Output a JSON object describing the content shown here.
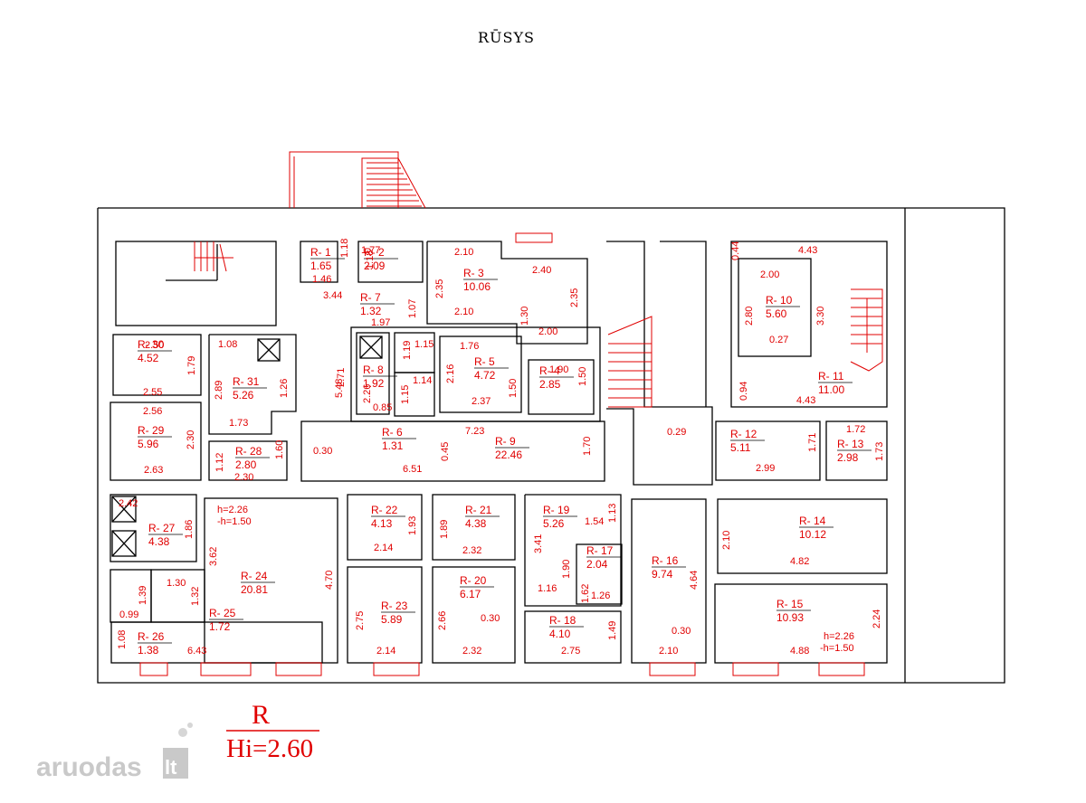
{
  "title": "RŪSYS",
  "legend": {
    "top": "R",
    "bottom": "Hi=2.60"
  },
  "watermark": {
    "main": "aruodas",
    "tld": "lt"
  },
  "rooms": [
    {
      "id": "R- 1",
      "area": "1.65"
    },
    {
      "id": "R- 2",
      "area": "2.09"
    },
    {
      "id": "R- 3",
      "area": "10.06"
    },
    {
      "id": "R- 4",
      "area": "2.85"
    },
    {
      "id": "R- 5",
      "area": "4.72"
    },
    {
      "id": "R- 6",
      "area": "1.31"
    },
    {
      "id": "R- 7",
      "area": "1.32"
    },
    {
      "id": "R- 8",
      "area": "1.92"
    },
    {
      "id": "R- 9",
      "area": "22.46"
    },
    {
      "id": "R- 10",
      "area": "5.60"
    },
    {
      "id": "R- 11",
      "area": "11.00"
    },
    {
      "id": "R- 12",
      "area": "5.11"
    },
    {
      "id": "R- 13",
      "area": "2.98"
    },
    {
      "id": "R- 14",
      "area": "10.12"
    },
    {
      "id": "R- 15",
      "area": "10.93"
    },
    {
      "id": "R- 16",
      "area": "9.74"
    },
    {
      "id": "R- 17",
      "area": "2.04"
    },
    {
      "id": "R- 18",
      "area": "4.10"
    },
    {
      "id": "R- 19",
      "area": "5.26"
    },
    {
      "id": "R- 20",
      "area": "6.17"
    },
    {
      "id": "R- 21",
      "area": "4.38"
    },
    {
      "id": "R- 22",
      "area": "4.13"
    },
    {
      "id": "R- 23",
      "area": "5.89"
    },
    {
      "id": "R- 24",
      "area": "20.81"
    },
    {
      "id": "R- 25",
      "area": "1.72"
    },
    {
      "id": "R- 26",
      "area": "1.38"
    },
    {
      "id": "R- 27",
      "area": "4.38"
    },
    {
      "id": "R- 28",
      "area": "2.80"
    },
    {
      "id": "R- 29",
      "area": "5.96"
    },
    {
      "id": "R- 30",
      "area": "4.52"
    },
    {
      "id": "R- 31",
      "area": "5.26"
    }
  ],
  "heights": [
    {
      "h": "h=2.26",
      "minus_h": "-h=1.50"
    },
    {
      "h": "h=2.26",
      "minus_h": "-h=1.50"
    }
  ],
  "dimensions": [
    "1.46",
    "1.18",
    "1.77",
    "1.18",
    "2.10",
    "2.35",
    "2.40",
    "2.35",
    "1.30",
    "2.00",
    "2.10",
    "3.44",
    "1.07",
    "1.97",
    "1.15",
    "1.19",
    "1.76",
    "2.16",
    "1.50",
    "2.37",
    "1.90",
    "1.50",
    "2.71",
    "5.48",
    "1.14",
    "1.15",
    "2.26",
    "0.85",
    "7.23",
    "1.70",
    "6.51",
    "0.45",
    "0.30",
    "2.50",
    "1.79",
    "2.55",
    "1.08",
    "1.26",
    "2.89",
    "1.73",
    "2.56",
    "2.30",
    "2.63",
    "1.12",
    "1.60",
    "2.30",
    "0.44",
    "4.43",
    "2.00",
    "2.80",
    "3.30",
    "0.27",
    "0.94",
    "4.43",
    "0.29",
    "1.71",
    "2.99",
    "1.72",
    "1.73",
    "2.42",
    "1.86",
    "3.62",
    "4.70",
    "1.93",
    "2.14",
    "1.89",
    "2.32",
    "3.41",
    "1.13",
    "1.54",
    "1.90",
    "1.62",
    "1.26",
    "2.10",
    "4.82",
    "1.30",
    "1.32",
    "1.39",
    "0.99",
    "2.75",
    "2.14",
    "2.66",
    "0.30",
    "2.32",
    "1.16",
    "2.75",
    "1.49",
    "4.64",
    "0.30",
    "2.10",
    "2.24",
    "4.88",
    "1.08",
    "6.43"
  ]
}
